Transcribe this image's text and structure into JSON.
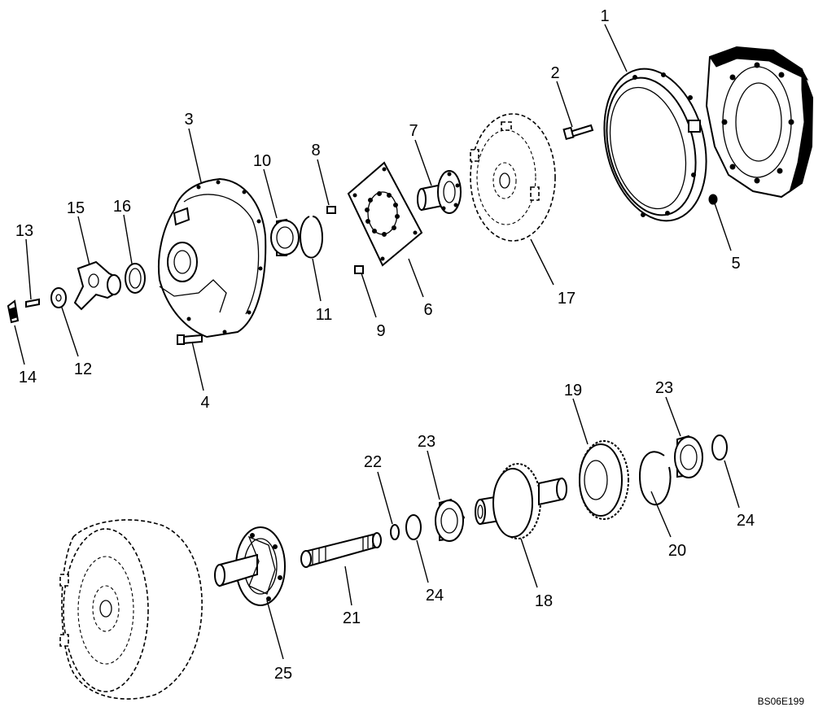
{
  "drawing_code": "BS06E199",
  "callouts": {
    "c1": "1",
    "c2": "2",
    "c3": "3",
    "c4": "4",
    "c5": "5",
    "c6": "6",
    "c7": "7",
    "c8": "8",
    "c9": "9",
    "c10": "10",
    "c11": "11",
    "c12": "12",
    "c13": "13",
    "c14": "14",
    "c15": "15",
    "c16": "16",
    "c17": "17",
    "c18": "18",
    "c19": "19",
    "c20": "20",
    "c21": "21",
    "c22": "22",
    "c23a": "23",
    "c23b": "23",
    "c24a": "24",
    "c24b": "24",
    "c25": "25"
  }
}
